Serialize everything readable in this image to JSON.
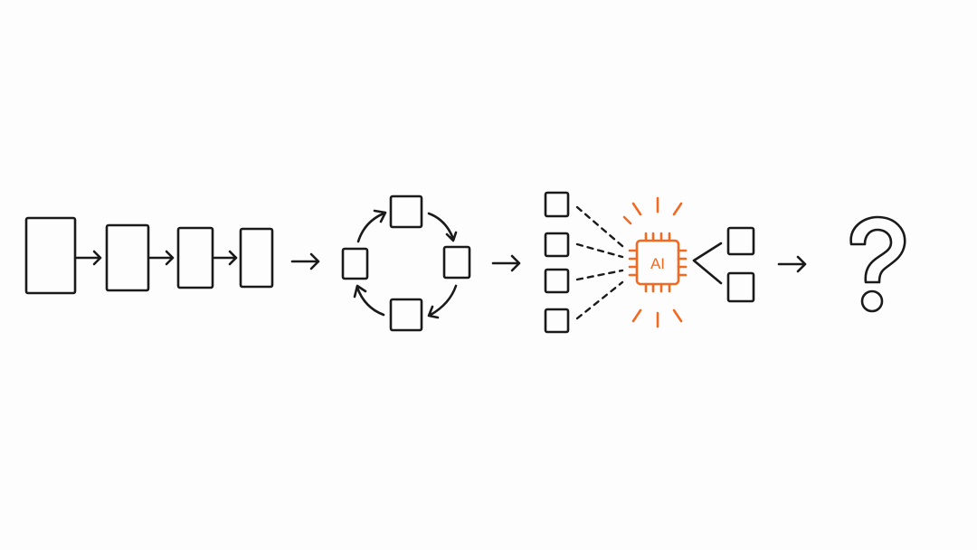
{
  "colors": {
    "background": "#fdfdfd",
    "ink": "#1a1a1a",
    "accent": "#f26a21"
  },
  "diagram": {
    "stages": [
      {
        "id": "linear-sequence",
        "nodes": 4
      },
      {
        "id": "cycle",
        "nodes": 4
      },
      {
        "id": "ai-hub",
        "inputs": 4,
        "outputs": 2,
        "label": "AI"
      },
      {
        "id": "unknown-future",
        "symbol": "?"
      }
    ],
    "ai_label": "AI",
    "question_mark": "?",
    "icons": [
      "box-icon",
      "arrow-right-icon",
      "cycle-arrow-icon",
      "chip-icon",
      "question-mark-icon"
    ]
  }
}
